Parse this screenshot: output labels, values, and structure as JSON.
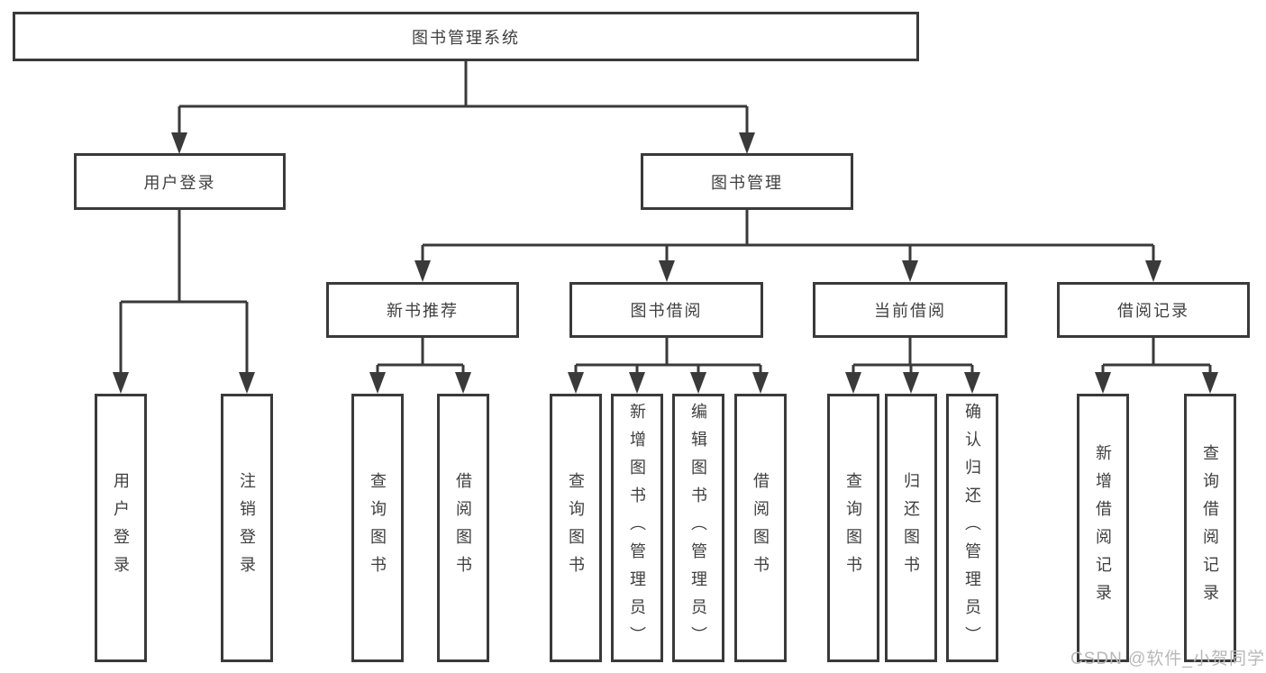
{
  "diagram": {
    "tree": {
      "label": "图书管理系统",
      "children": [
        {
          "label": "用户登录",
          "children": [
            {
              "label": "用户登录"
            },
            {
              "label": "注销登录"
            }
          ]
        },
        {
          "label": "图书管理",
          "children": [
            {
              "label": "新书推荐",
              "children": [
                {
                  "label": "查询图书"
                },
                {
                  "label": "借阅图书"
                }
              ]
            },
            {
              "label": "图书借阅",
              "children": [
                {
                  "label": "查询图书"
                },
                {
                  "label": "新增图书（管理员）"
                },
                {
                  "label": "编辑图书（管理员）"
                },
                {
                  "label": "借阅图书"
                }
              ]
            },
            {
              "label": "当前借阅",
              "children": [
                {
                  "label": "查询图书"
                },
                {
                  "label": "归还图书"
                },
                {
                  "label": "确认归还（管理员）"
                }
              ]
            },
            {
              "label": "借阅记录",
              "children": [
                {
                  "label": "新增借阅记录"
                },
                {
                  "label": "查询借阅记录"
                }
              ]
            }
          ]
        }
      ]
    }
  },
  "watermark": {
    "text": "CSDN @软件_小贺同学",
    "color": "#b8b8b8"
  },
  "colors": {
    "line": "#3a3a3a",
    "node_border": "#3a3a3a",
    "node_text": "#3f3f3f",
    "background": "#ffffff"
  }
}
